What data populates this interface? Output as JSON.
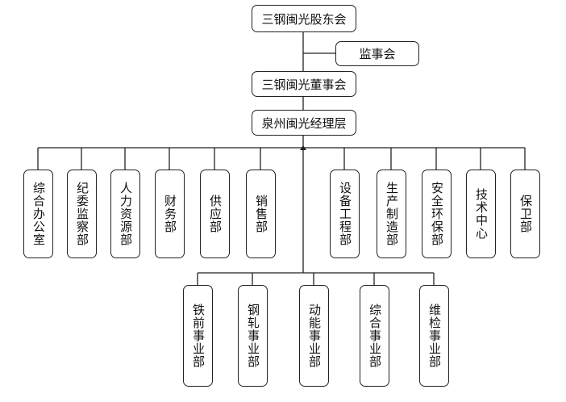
{
  "chart": {
    "top": {
      "shareholders": "三钢闽光股东会",
      "supervisors": "监事会",
      "board": "三钢闽光董事会",
      "management": "泉州闽光经理层"
    },
    "departments": [
      "综合办公室",
      "纪委监察部",
      "人力资源部",
      "财务部",
      "供应部",
      "销售部",
      "设备工程部",
      "生产制造部",
      "安全环保部",
      "技术中心",
      "保卫部"
    ],
    "divisions": [
      "铁前事业部",
      "钢轧事业部",
      "动能事业部",
      "综合事业部",
      "维检事业部"
    ]
  }
}
